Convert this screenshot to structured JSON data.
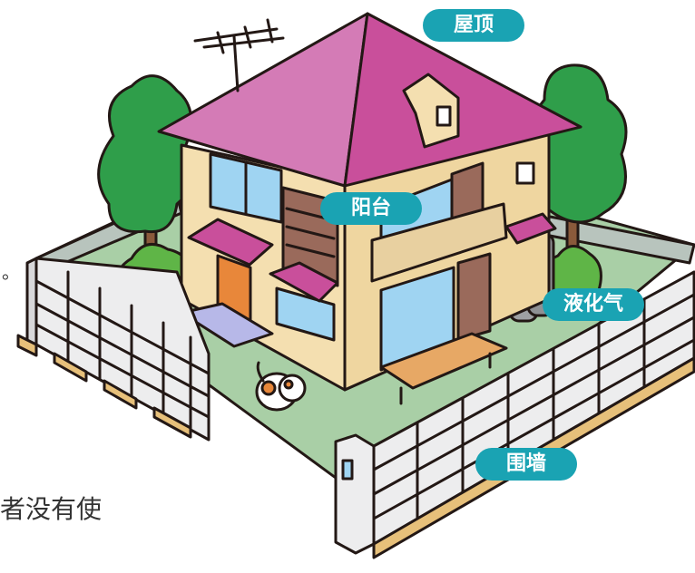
{
  "labels": {
    "roof": "屋顶",
    "balcony": "阳台",
    "gas": "液化气",
    "wall": "围墙"
  },
  "stray_text": {
    "period": "。",
    "bottom_text": "者没有使"
  },
  "colors": {
    "label_bg": "#1aa3b3",
    "roof": "#c94f9b",
    "wall_block": "#ededee",
    "lawn": "#a9cfa6",
    "house_wall": "#f4dfb0",
    "window": "#9fd4f2",
    "tree": "#2f9e4a",
    "door": "#e8873a",
    "shutter": "#9a6a5b"
  },
  "icons": [
    "tv-antenna-icon",
    "house-illustration",
    "cat-icon",
    "tree-icon",
    "gas-cylinder-icon"
  ]
}
